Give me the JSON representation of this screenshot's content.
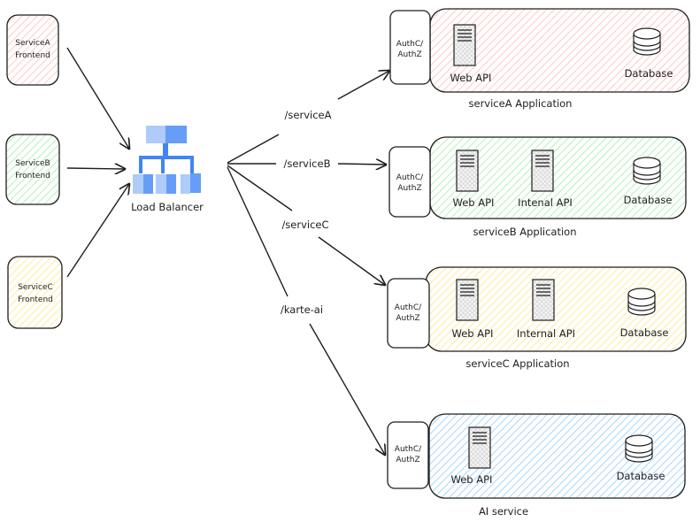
{
  "frontends": [
    {
      "label1": "ServiceA",
      "label2": "Frontend",
      "color": "#ffc9c9"
    },
    {
      "label1": "ServiceB",
      "label2": "Frontend",
      "color": "#b2f2bb"
    },
    {
      "label1": "ServiceC",
      "label2": "Frontend",
      "color": "#ffec99"
    }
  ],
  "load_balancer": {
    "label": "Load Balancer",
    "icon": "load-balancer-icon",
    "color": "#4285f4"
  },
  "routes": [
    "/serviceA",
    "/serviceB",
    "/serviceC",
    "/karte-ai"
  ],
  "auth": {
    "line1": "AuthC/",
    "line2": "AuthZ"
  },
  "apps": [
    {
      "title": "serviceA Application",
      "color": "#ffc9c9",
      "web": "Web API",
      "db": "Database"
    },
    {
      "title": "serviceB Application",
      "color": "#b2f2bb",
      "web": "Web API",
      "internal": "Intenal API",
      "db": "Database"
    },
    {
      "title": "serviceC Application",
      "color": "#ffec99",
      "web": "Web API",
      "internal": "Internal API",
      "db": "Database"
    },
    {
      "title": "AI service",
      "color": "#a5d8ff",
      "web": "Web API",
      "db": "Database"
    }
  ]
}
